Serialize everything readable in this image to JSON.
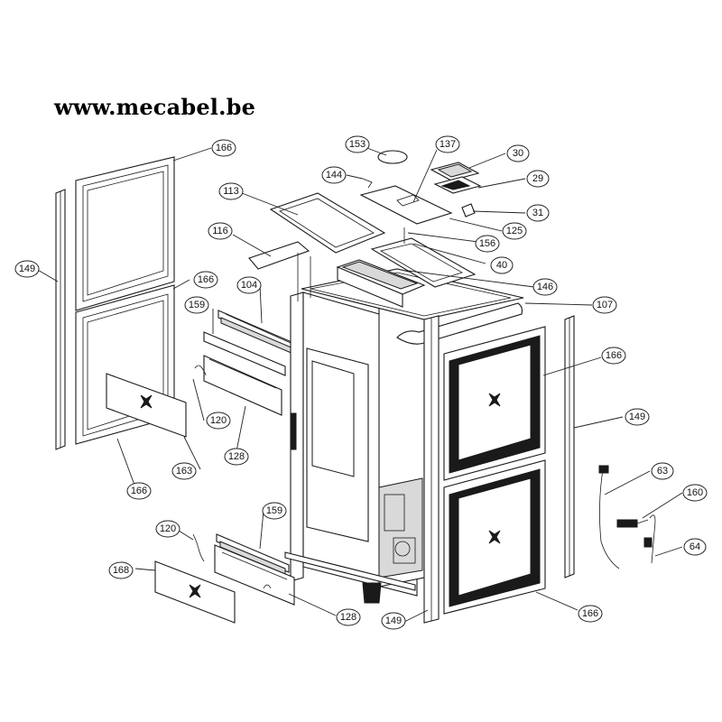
{
  "header": {
    "site_url": "www.mecabel.be"
  },
  "callouts": [
    {
      "id": "c166a",
      "label": "166"
    },
    {
      "id": "c149a",
      "label": "149"
    },
    {
      "id": "c166b",
      "label": "166"
    },
    {
      "id": "c159a",
      "label": "159"
    },
    {
      "id": "c104",
      "label": "104"
    },
    {
      "id": "c116",
      "label": "116"
    },
    {
      "id": "c113",
      "label": "113"
    },
    {
      "id": "c120a",
      "label": "120"
    },
    {
      "id": "c128a",
      "label": "128"
    },
    {
      "id": "c163",
      "label": "163"
    },
    {
      "id": "c166c",
      "label": "166"
    },
    {
      "id": "c153",
      "label": "153"
    },
    {
      "id": "c144",
      "label": "144"
    },
    {
      "id": "c137",
      "label": "137"
    },
    {
      "id": "c30",
      "label": "30"
    },
    {
      "id": "c29",
      "label": "29"
    },
    {
      "id": "c31",
      "label": "31"
    },
    {
      "id": "c125",
      "label": "125"
    },
    {
      "id": "c156",
      "label": "156"
    },
    {
      "id": "c40",
      "label": "40"
    },
    {
      "id": "c146",
      "label": "146"
    },
    {
      "id": "c107",
      "label": "107"
    },
    {
      "id": "c166d",
      "label": "166"
    },
    {
      "id": "c149b",
      "label": "149"
    },
    {
      "id": "c63",
      "label": "63"
    },
    {
      "id": "c160",
      "label": "160"
    },
    {
      "id": "c64",
      "label": "64"
    },
    {
      "id": "c166e",
      "label": "166"
    },
    {
      "id": "c149c",
      "label": "149"
    },
    {
      "id": "c128b",
      "label": "128"
    },
    {
      "id": "c159b",
      "label": "159"
    },
    {
      "id": "c120b",
      "label": "120"
    },
    {
      "id": "c168",
      "label": "168"
    }
  ]
}
